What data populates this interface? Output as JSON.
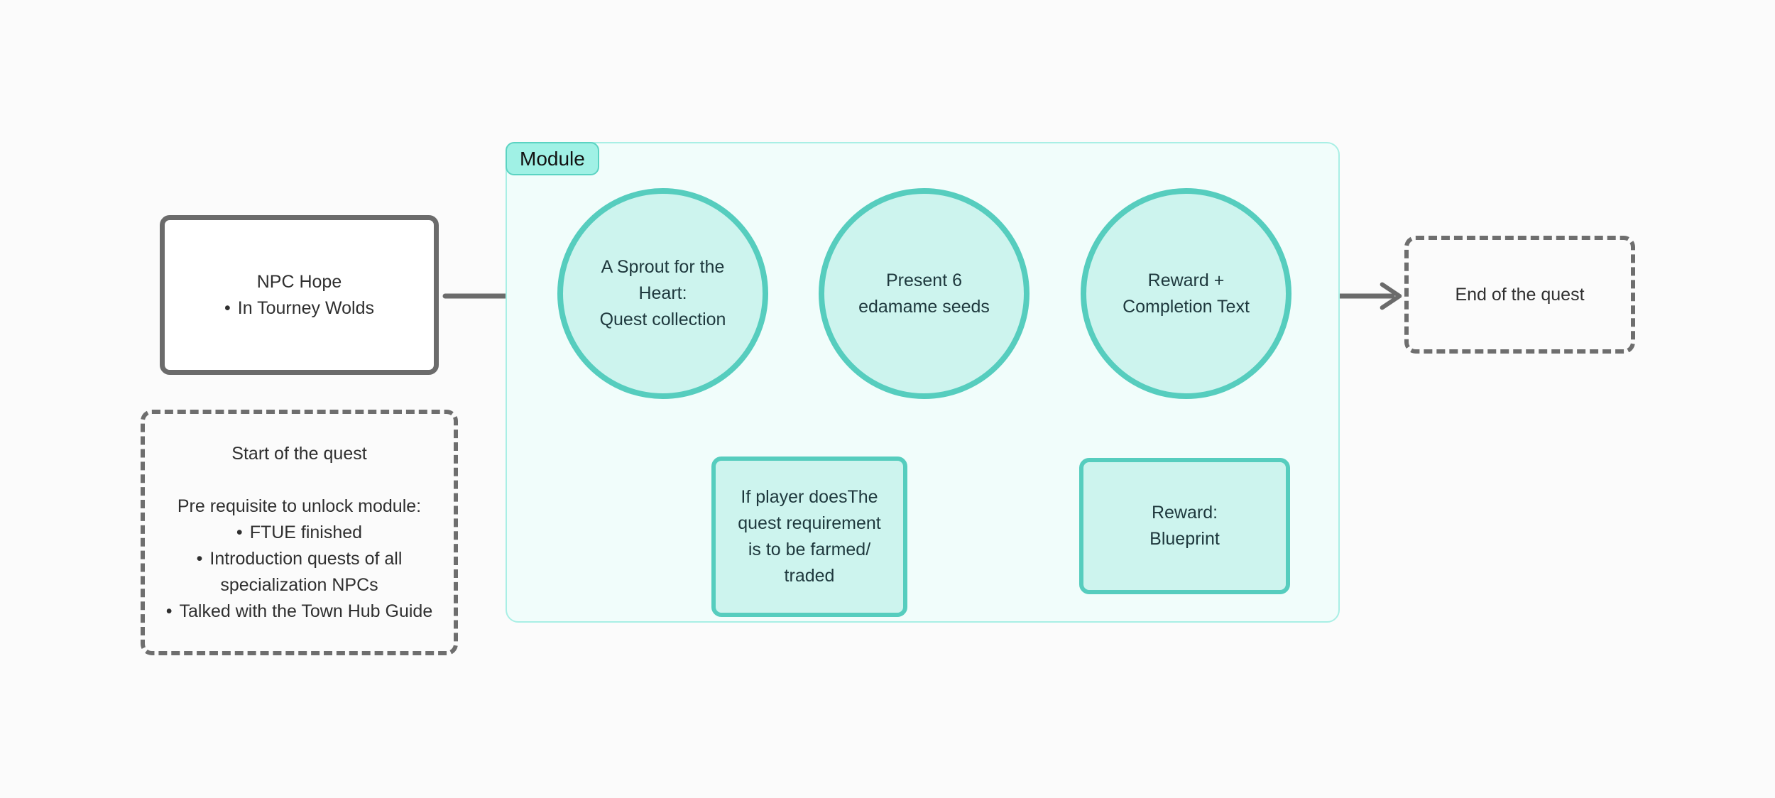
{
  "canvas": {
    "background": "#fbfbfb"
  },
  "palette": {
    "connector_gray": "#6b6b6b",
    "teal_border": "#56cdbe",
    "teal_fill": "#cdf4ee",
    "module_fill": "#f1fdfb",
    "module_border": "#a9efe5",
    "module_tag_fill": "#a0f1e5",
    "dashed_gray": "#6e6e6e",
    "text_dark": "#2f2f2f",
    "text_teal_dark": "#1e383d"
  },
  "glyphs": {
    "bullet": "•"
  },
  "module": {
    "label": "Module"
  },
  "nodes": {
    "npc_hope": {
      "title": "NPC Hope",
      "bullets": [
        "In Tourney Wolds"
      ]
    },
    "start_note": {
      "title": "Start of the quest",
      "subtitle": "Pre requisite to unlock module:",
      "bullets": [
        "FTUE finished",
        "Introduction quests of all specialization NPCs",
        "Talked with the Town Hub Guide"
      ]
    },
    "quest_collection": {
      "lines": [
        "A Sprout for the",
        "Heart:",
        "Quest collection"
      ]
    },
    "present_seeds": {
      "lines": [
        "Present 6",
        "edamame seeds"
      ]
    },
    "reward_completion": {
      "lines": [
        "Reward +",
        "Completion Text"
      ]
    },
    "fallback": {
      "lines": [
        "If player doesThe",
        "quest requirement",
        "is to be farmed/",
        "traded"
      ]
    },
    "reward": {
      "lines": [
        "Reward:",
        "Blueprint"
      ]
    },
    "end": {
      "title": "End of the quest"
    }
  }
}
